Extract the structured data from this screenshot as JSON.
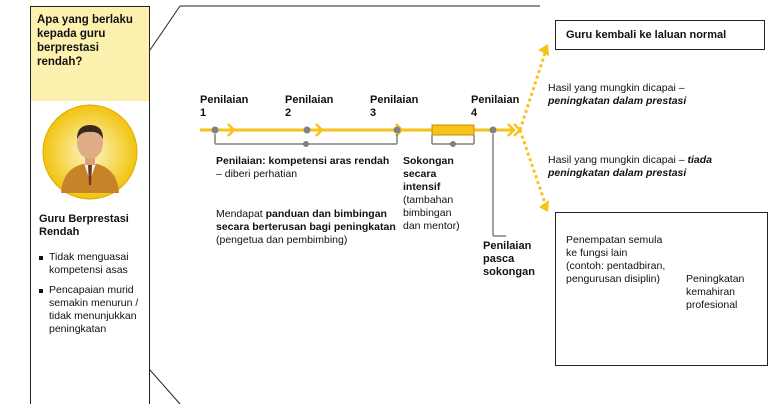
{
  "left_panel": {
    "question": "Apa yang berlaku kepada guru berprestasi rendah?",
    "title": "Guru Berprestasi Rendah",
    "bullets": [
      "Tidak menguasai kompetensi asas",
      "Pencapaian murid semakin menurun / tidak menunjukkan peningkatan"
    ],
    "avatar_icon": "teacher-avatar-icon"
  },
  "stages": [
    {
      "label": "Penilaian",
      "num": "1"
    },
    {
      "label": "Penilaian",
      "num": "2"
    },
    {
      "label": "Penilaian",
      "num": "3"
    },
    {
      "label": "Penilaian",
      "num": "4"
    }
  ],
  "low_competency": {
    "bold": "Penilaian: kompetensi aras rendah",
    "rest": " – diberi perhatian"
  },
  "guidance": {
    "pre": "Mendapat ",
    "bold": "panduan dan bimbingan secara berterusan bagi peningkatan",
    "post": " (pengetua dan pembimbing)"
  },
  "intensive": {
    "bold": "Sokongan secara intensif",
    "rest": "(tambahan bimbingan dan mentor)"
  },
  "post_support": "Penilaian pasca sokongan",
  "back_to_normal": "Guru kembali ke laluan normal",
  "outcome_good": {
    "pre": "Hasil yang mungkin dicapai –",
    "bold": "peningkatan dalam prestasi"
  },
  "outcome_none": {
    "pre": "Hasil yang mungkin dicapai – ",
    "bold1": "tiada",
    "bold2": "peningkatan dalam prestasi"
  },
  "redeploy": "Penempatan semula ke fungsi lain (contoh: pentadbiran, pengurusan disiplin)",
  "improve": "Peningkatan kemahiran profesional",
  "colors": {
    "accent": "#f7c21a",
    "header_bg": "#fdf1b0",
    "dot": "#808080"
  }
}
